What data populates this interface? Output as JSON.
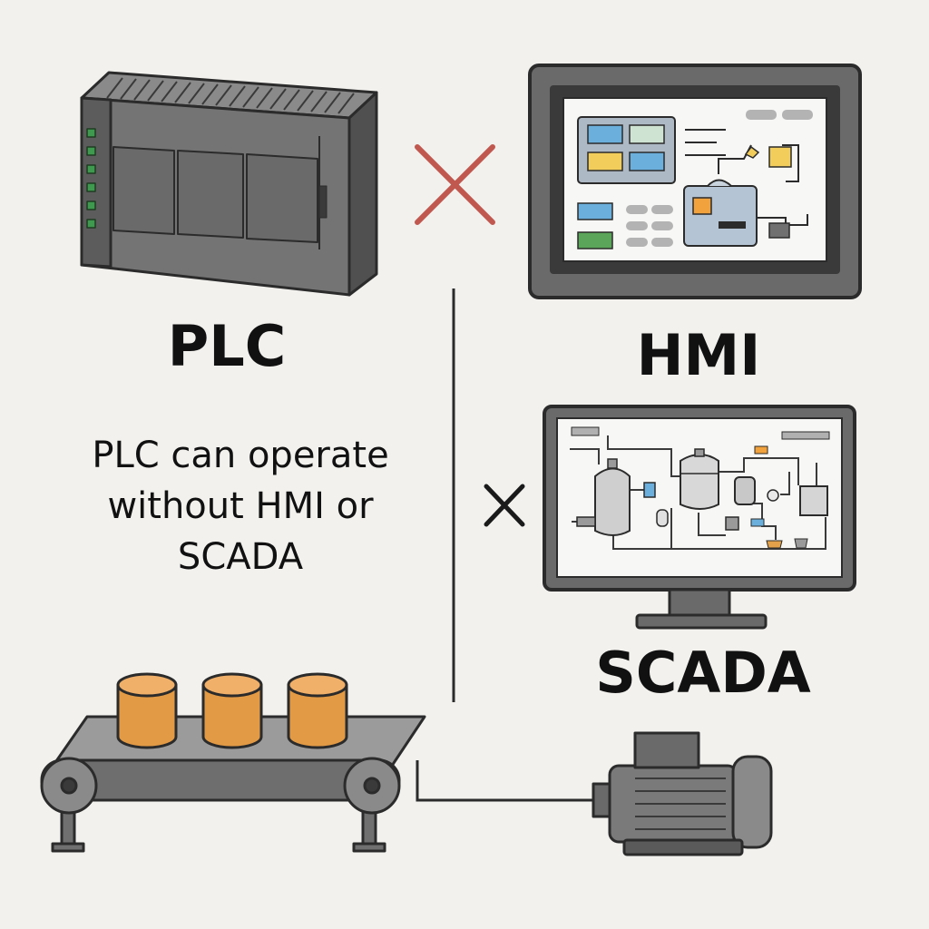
{
  "labels": {
    "plc": "PLC",
    "hmi": "HMI",
    "scada": "SCADA",
    "note": "PLC can operate without HMI or SCADA"
  },
  "icons": {
    "plc": "plc-module-icon",
    "hmi": "hmi-panel-icon",
    "scada": "scada-monitor-icon",
    "cross_hmi": "red-cross-icon",
    "cross_scada": "black-cross-icon",
    "conveyor": "conveyor-belt-icon",
    "motor": "electric-motor-icon"
  },
  "colors": {
    "background": "#f2f1ee",
    "device_gray": "#6b6b6b",
    "outline": "#2b2b2b",
    "red_cross": "#c0584f",
    "product_orange": "#e39a45"
  }
}
